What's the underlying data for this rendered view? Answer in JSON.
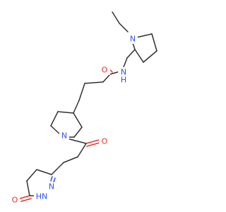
{
  "diagram": {
    "colors": {
      "bond": "#303030",
      "nitrogen": "#3050f8",
      "oxygen": "#e8332a",
      "background": "#ffffff"
    },
    "atom_labels": {
      "n_pyrrolidine": "N",
      "n_amide": "N",
      "h_amide": "H",
      "o_amide": "O",
      "n_piperidine": "N",
      "o_ketone": "O",
      "n_ring_imine": "N",
      "nh_ring": "HN",
      "o_lactam": "O"
    }
  }
}
